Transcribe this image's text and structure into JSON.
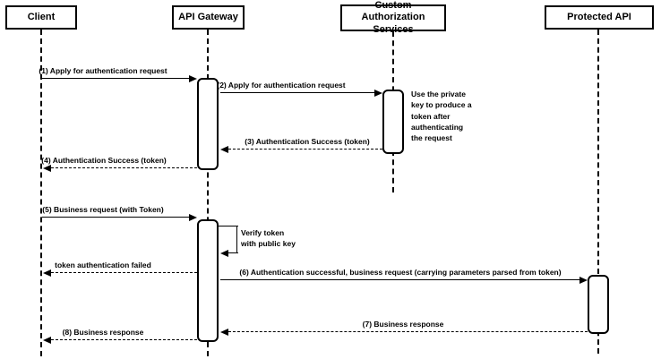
{
  "diagram": {
    "type": "uml-sequence-diagram",
    "colors": {
      "line": "#000000",
      "background": "#ffffff",
      "box_fill": "#ffffff"
    },
    "participants": [
      {
        "id": "client",
        "label": "Client"
      },
      {
        "id": "api-gateway",
        "label": "API Gateway"
      },
      {
        "id": "custom-authorization-services",
        "label": "Custom Authorization Services"
      },
      {
        "id": "protected-api",
        "label": "Protected API"
      }
    ],
    "messages": [
      {
        "seq": 1,
        "from": "Client",
        "to": "API Gateway",
        "style": "solid",
        "label": "(1) Apply for authentication request"
      },
      {
        "seq": 2,
        "from": "API Gateway",
        "to": "Custom Authorization Services",
        "style": "solid",
        "label": "(2) Apply for authentication request"
      },
      {
        "seq": 3,
        "from": "Custom Authorization Services",
        "to": "API Gateway",
        "style": "dashed",
        "label": "(3) Authentication Success (token)"
      },
      {
        "seq": 4,
        "from": "API Gateway",
        "to": "Client",
        "style": "dashed",
        "label": "(4) Authentication Success (token)"
      },
      {
        "seq": 5,
        "from": "Client",
        "to": "API Gateway",
        "style": "solid",
        "label": "(5) Business request (with Token)"
      },
      {
        "from": "API Gateway",
        "to": "API Gateway",
        "style": "self",
        "label": "Verify token\nwith public key"
      },
      {
        "from": "API Gateway",
        "to": "Client",
        "style": "dashed",
        "label": "token authentication failed"
      },
      {
        "seq": 6,
        "from": "API Gateway",
        "to": "Protected API",
        "style": "solid",
        "label": "(6) Authentication successful, business request (carrying parameters parsed from token)"
      },
      {
        "seq": 7,
        "from": "Protected API",
        "to": "API Gateway",
        "style": "dashed",
        "label": "(7) Business response"
      },
      {
        "seq": 8,
        "from": "API Gateway",
        "to": "Client",
        "style": "dashed",
        "label": "(8) Business response"
      }
    ],
    "notes": [
      {
        "attached_to": "Custom Authorization Services",
        "text": "Use the private\nkey to produce a\ntoken after\nauthenticating\nthe request"
      }
    ]
  }
}
